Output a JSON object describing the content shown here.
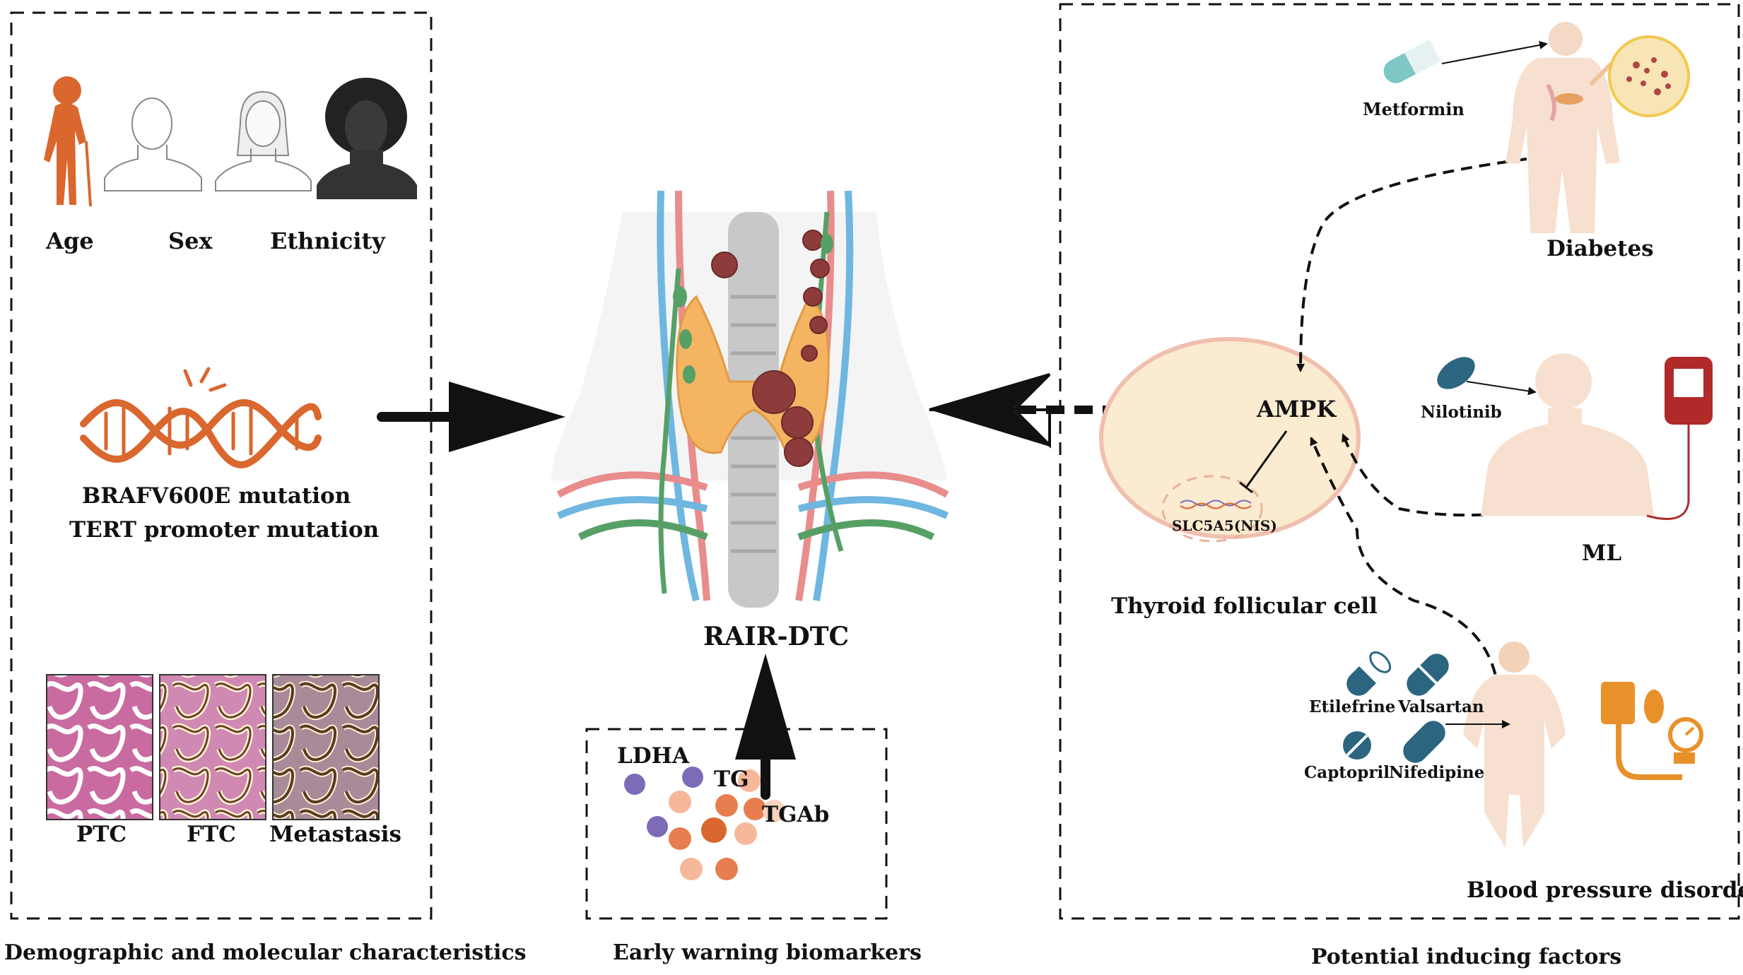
{
  "left_panel": {
    "demographics": [
      "Age",
      "Sex",
      "Ethnicity"
    ],
    "mutations": [
      "BRAFV600E mutation",
      "TERT promoter mutation"
    ],
    "histology": [
      "PTC",
      "FTC",
      "Metastasis"
    ],
    "caption": "Demographic and molecular characteristics"
  },
  "center": {
    "title": "RAIR-DTC",
    "biomarkers": [
      "LDHA",
      "TG",
      "TGAb"
    ],
    "caption": "Early warning biomarkers"
  },
  "right_panel": {
    "cell_label": "Thyroid follicular cell",
    "ampk": "AMPK",
    "gene": "SLC5A5(NIS)",
    "diabetes": {
      "drug": "Metformin",
      "label": "Diabetes"
    },
    "ml": {
      "drug": "Nilotinib",
      "label": "ML"
    },
    "bp": {
      "drugs": [
        "Etilefrine",
        "Valsartan",
        "Captopril",
        "Nifedipine"
      ],
      "label": "Blood pressure disorder"
    },
    "caption": "Potential inducing factors"
  },
  "colors": {
    "orange": "#D9672E",
    "thyroid": "#F5B461",
    "nodule": "#8E3B3B",
    "biomarker_purple": "#7D6BB8",
    "drug_blue": "#2C6580",
    "cell_fill": "#FBEBD0",
    "histology_pink": "#C96BA0"
  }
}
